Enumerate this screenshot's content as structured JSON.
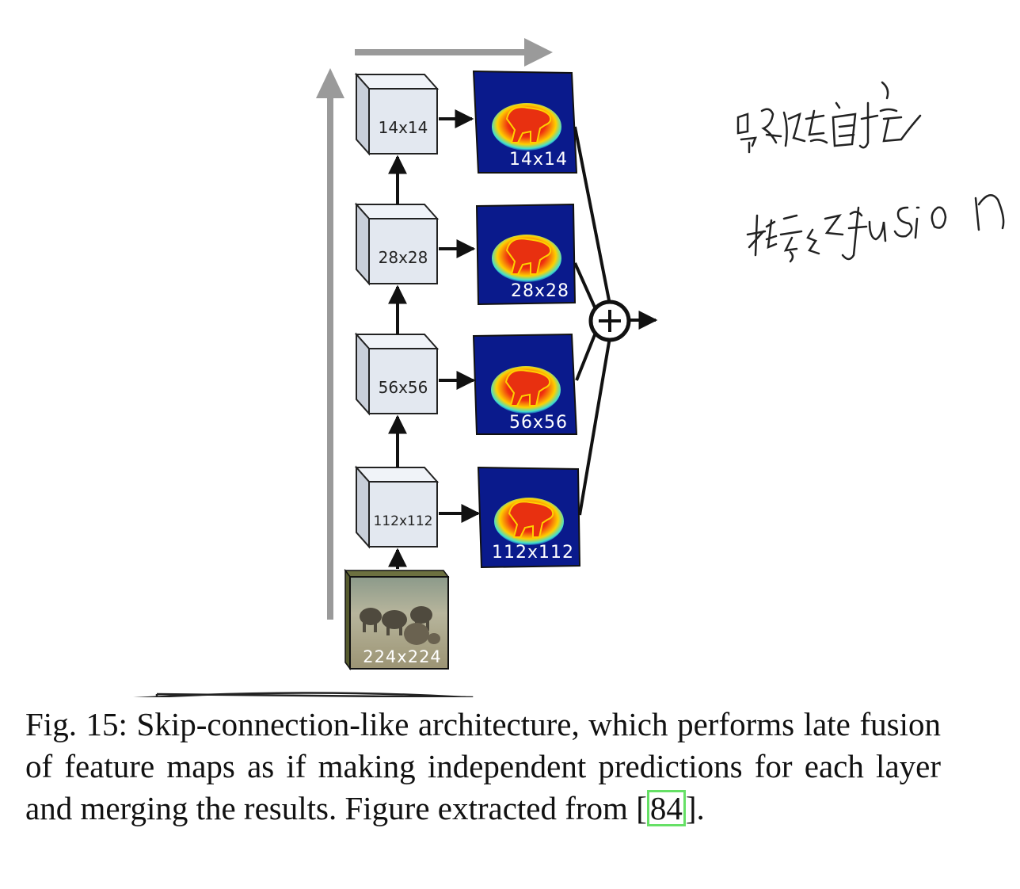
{
  "figure": {
    "boxes": [
      {
        "label": "14x14"
      },
      {
        "label": "28x28"
      },
      {
        "label": "56x56"
      },
      {
        "label": "112x112"
      }
    ],
    "maps": [
      {
        "label": "14x14"
      },
      {
        "label": "28x28"
      },
      {
        "label": "56x56"
      },
      {
        "label": "112x112"
      }
    ],
    "input_label": "224x224",
    "fusion_symbol": "+"
  },
  "caption": {
    "prefix": "Fig. 15: ",
    "highlighted": "Skip-connection-like",
    "part1": " architecture, which performs late ",
    "circled": "fusion",
    "part2": " of feature maps as if making independent predictions for each layer and merging the results. Figure extracted from [",
    "citation": "84",
    "suffix": "]."
  },
  "colors": {
    "box_fill": "#e3e8f0",
    "map_bg": "#0a1a8c",
    "citation_border": "#66e066",
    "gray_arrow": "#9a9a9a"
  }
}
